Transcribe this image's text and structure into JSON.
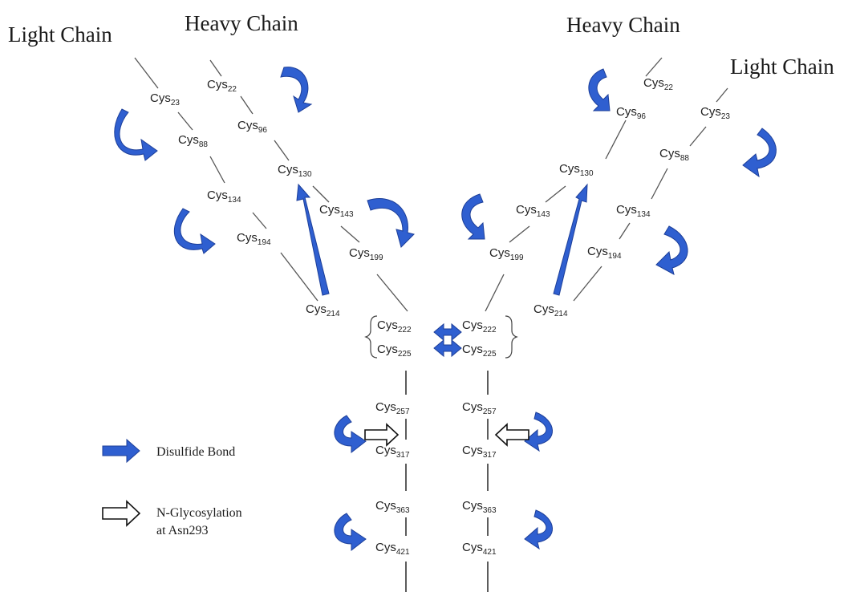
{
  "labels": {
    "left_light": "Light Chain",
    "left_heavy": "Heavy Chain",
    "right_heavy": "Heavy Chain",
    "right_light": "Light Chain"
  },
  "legend": {
    "disulfide": "Disulfide Bond",
    "glyco_line1": "N-Glycosylation",
    "glyco_line2": "at Asn293"
  },
  "cys_prefix": "Cys",
  "residues": {
    "l_lc_23": "23",
    "l_lc_88": "88",
    "l_lc_134": "134",
    "l_lc_194": "194",
    "l_lc_214": "214",
    "l_hc_22": "22",
    "l_hc_96": "96",
    "l_hc_130": "130",
    "l_hc_143": "143",
    "l_hc_199": "199",
    "l_hinge_222": "222",
    "l_hinge_225": "225",
    "l_fc_257": "257",
    "l_fc_317": "317",
    "l_fc_363": "363",
    "l_fc_421": "421",
    "r_hc_22": "22",
    "r_hc_96": "96",
    "r_hc_130": "130",
    "r_hc_143": "143",
    "r_hc_199": "199",
    "r_lc_23": "23",
    "r_lc_88": "88",
    "r_lc_134": "134",
    "r_lc_194": "194",
    "r_lc_214": "214",
    "r_hinge_222": "222",
    "r_hinge_225": "225",
    "r_fc_257": "257",
    "r_fc_317": "317",
    "r_fc_363": "363",
    "r_fc_421": "421"
  },
  "colors": {
    "disulfide_arrow": "#2f5fd0",
    "disulfide_arrow_stroke": "#1d3f99",
    "glyco_arrow_fill": "#ffffff",
    "glyco_arrow_stroke": "#111111"
  }
}
